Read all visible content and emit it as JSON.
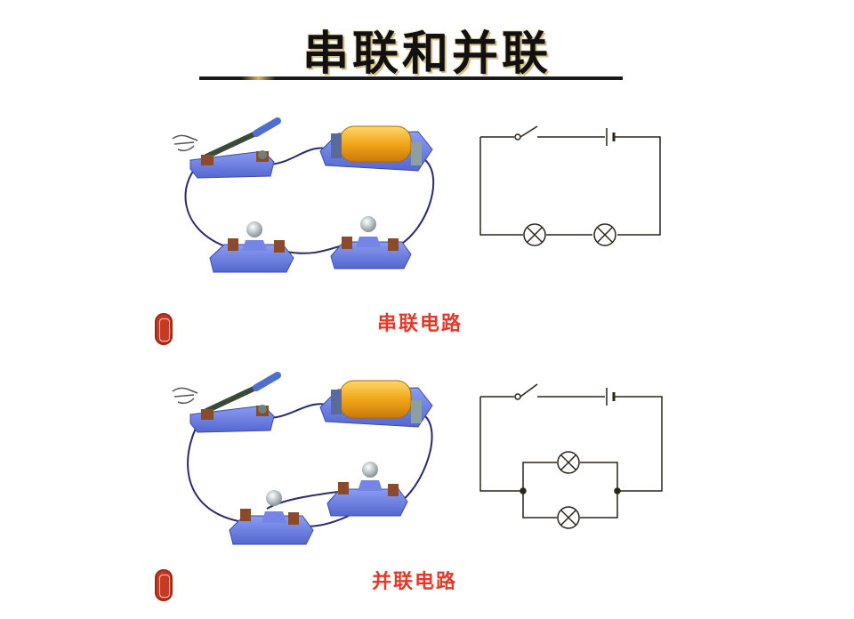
{
  "title": "串联和并联",
  "series_caption": "串联电路",
  "parallel_caption": "并联电路",
  "colors": {
    "caption": "#e03a2a",
    "base": "#6d7fe0",
    "wire": "#2b2a6e",
    "battery": "#f0a51a",
    "schematic": "#2a2418"
  },
  "icons": [
    "hand-pointer-icon",
    "seal-stamp-icon"
  ]
}
